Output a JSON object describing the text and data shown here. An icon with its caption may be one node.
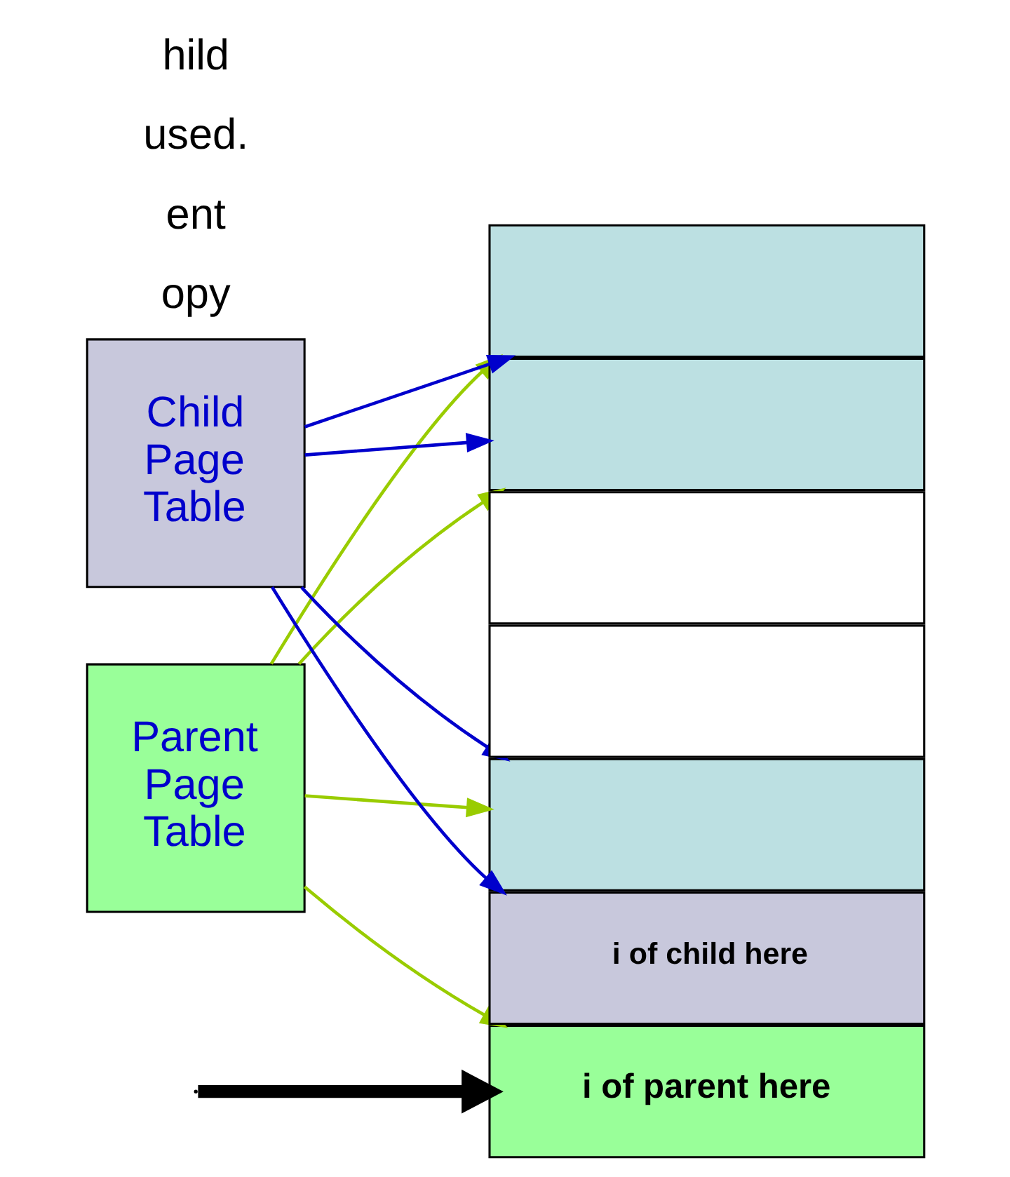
{
  "diagram": {
    "nodes": [
      {
        "text": [
          "Parent Page Table"
        ]
      },
      {
        "text": [
          "Child Page Table"
        ]
      },
      {
        "text": [],
        "shape": "box"
      },
      {
        "text": [],
        "shape": "box"
      },
      {
        "text": [],
        "shape": "box"
      },
      {
        "text": [],
        "shape": "box"
      },
      {
        "text": [],
        "shape": "box"
      },
      {
        "text": [
          "i of child here"
        ]
      },
      {
        "text": [
          "i of parent here"
        ]
      }
    ],
    "edges": [
      {
        "from": 0,
        "to": 2,
        "arrow": "to",
        "color": "#99cc00"
      },
      {
        "from": 0,
        "to": 3,
        "arrow": "to",
        "color": "#99cc00"
      },
      {
        "from": 0,
        "to": 6,
        "arrow": "to",
        "color": "#99cc00"
      },
      {
        "from": 0,
        "to": 8,
        "arrow": "to",
        "color": "#99cc00"
      },
      {
        "from": 1,
        "to": 2,
        "arrow": "to",
        "color": "#0000cc"
      },
      {
        "from": 1,
        "to": 3,
        "arrow": "to",
        "color": "#0000cc"
      },
      {
        "from": 1,
        "to": 6,
        "arrow": "to",
        "color": "#0000cc"
      },
      {
        "from": 1,
        "to": 7,
        "arrow": "to",
        "color": "#0000cc"
      },
      {
        "from": null,
        "to": 8,
        "arrow": "to",
        "style": "thick",
        "color": "#000000"
      }
    ],
    "labels": [
      "opy",
      "ent",
      "used.",
      "hild"
    ]
  }
}
